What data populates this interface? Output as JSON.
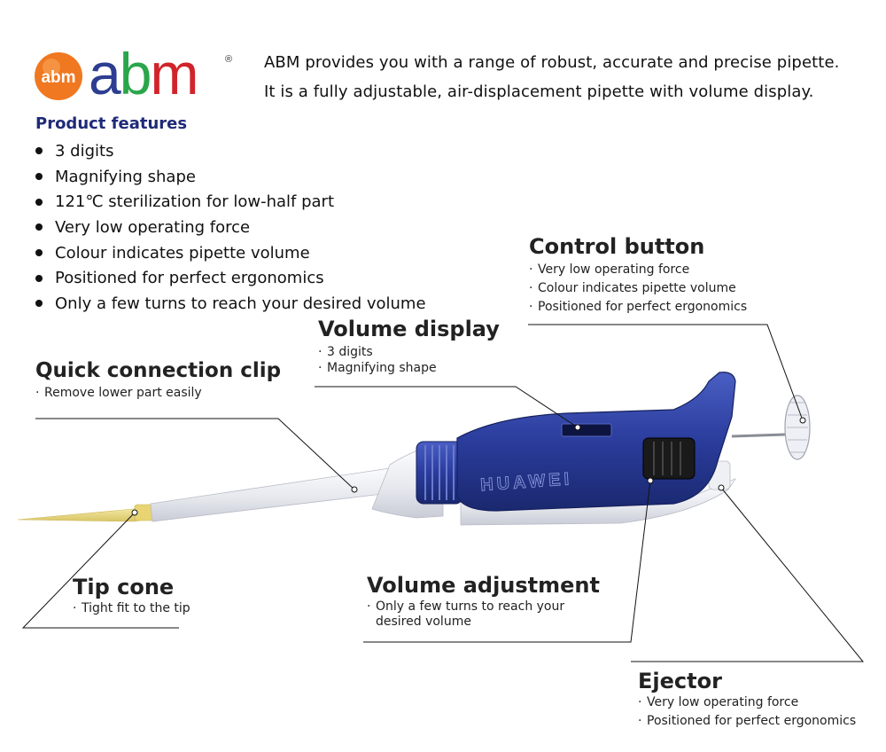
{
  "logo": {
    "badge_text": "abm",
    "wordmark": "abm",
    "registered": "®",
    "colors": {
      "a": "#2c3d92",
      "b": "#2aa64a",
      "m": "#d1242a",
      "badge": "#f07820"
    }
  },
  "intro": {
    "line1": "ABM provides you with a range of robust, accurate and precise pipette.",
    "line2": "It is a fully adjustable, air-displacement pipette with volume display."
  },
  "product_features": {
    "title": "Product features",
    "items": [
      "3 digits",
      "Magnifying shape",
      "121℃ sterilization for low-half part",
      "Very low operating force",
      "Colour indicates pipette volume",
      "Positioned for perfect ergonomics",
      "Only a few turns to reach your desired volume"
    ]
  },
  "callouts": {
    "control_button": {
      "title": "Control button",
      "points": [
        "Very low operating force",
        "Colour indicates pipette volume",
        "Positioned for perfect ergonomics"
      ]
    },
    "volume_display": {
      "title": "Volume display",
      "points": [
        "3 digits",
        "Magnifying shape"
      ]
    },
    "quick_clip": {
      "title": "Quick connection clip",
      "points": [
        "Remove lower part easily"
      ]
    },
    "tip_cone": {
      "title": "Tip cone",
      "points": [
        "Tight fit to the tip"
      ]
    },
    "volume_adjustment": {
      "title": "Volume adjustment",
      "points": [
        "Only a few turns to reach your",
        "desired volume"
      ]
    },
    "ejector": {
      "title": "Ejector",
      "points": [
        "Very low operating force",
        "Positioned for perfect ergonomics"
      ]
    }
  },
  "pipette": {
    "brand_text": "HUAWEI",
    "body_color": "#2a3c9c",
    "tip_color": "#efe08a"
  }
}
